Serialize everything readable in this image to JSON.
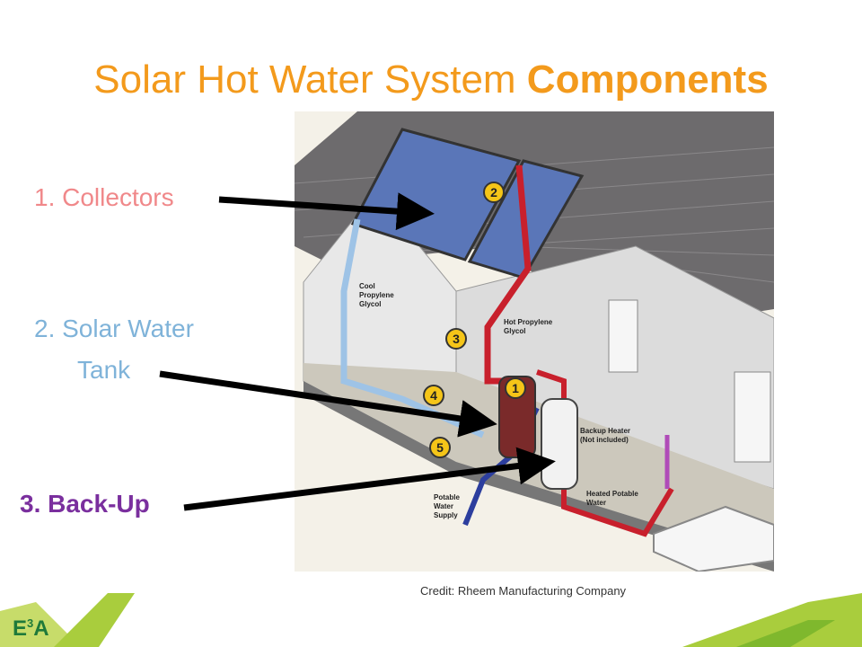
{
  "title": {
    "main": "Solar Hot Water System ",
    "bold": "Components"
  },
  "labels": {
    "collectors": "1. Collectors",
    "tank_line1": "2. Solar Water",
    "tank_line2": "Tank",
    "backup": "3. Back-Up"
  },
  "diagram": {
    "numbers": [
      "1",
      "2",
      "3",
      "4",
      "5"
    ],
    "cool_glycol": [
      "Cool",
      "Propylene",
      "Glycol"
    ],
    "hot_glycol": [
      "Hot Propylene",
      "Glycol"
    ],
    "backup_heater": [
      "Backup Heater",
      "(Not included)"
    ],
    "heated_water": [
      "Heated Potable",
      "Water"
    ],
    "potable_supply": [
      "Potable",
      "Water",
      "Supply"
    ]
  },
  "credit": "Credit: Rheem Manufacturing Company",
  "logo": {
    "text": "E",
    "sup": "3",
    "tail": "A"
  },
  "colors": {
    "title": "#f39a1c",
    "collectors": "#f0888a",
    "tank": "#7fb3d9",
    "backup": "#7a2f9e",
    "hot_pipe": "#c8202c",
    "cool_pipe": "#2c3e9e"
  }
}
